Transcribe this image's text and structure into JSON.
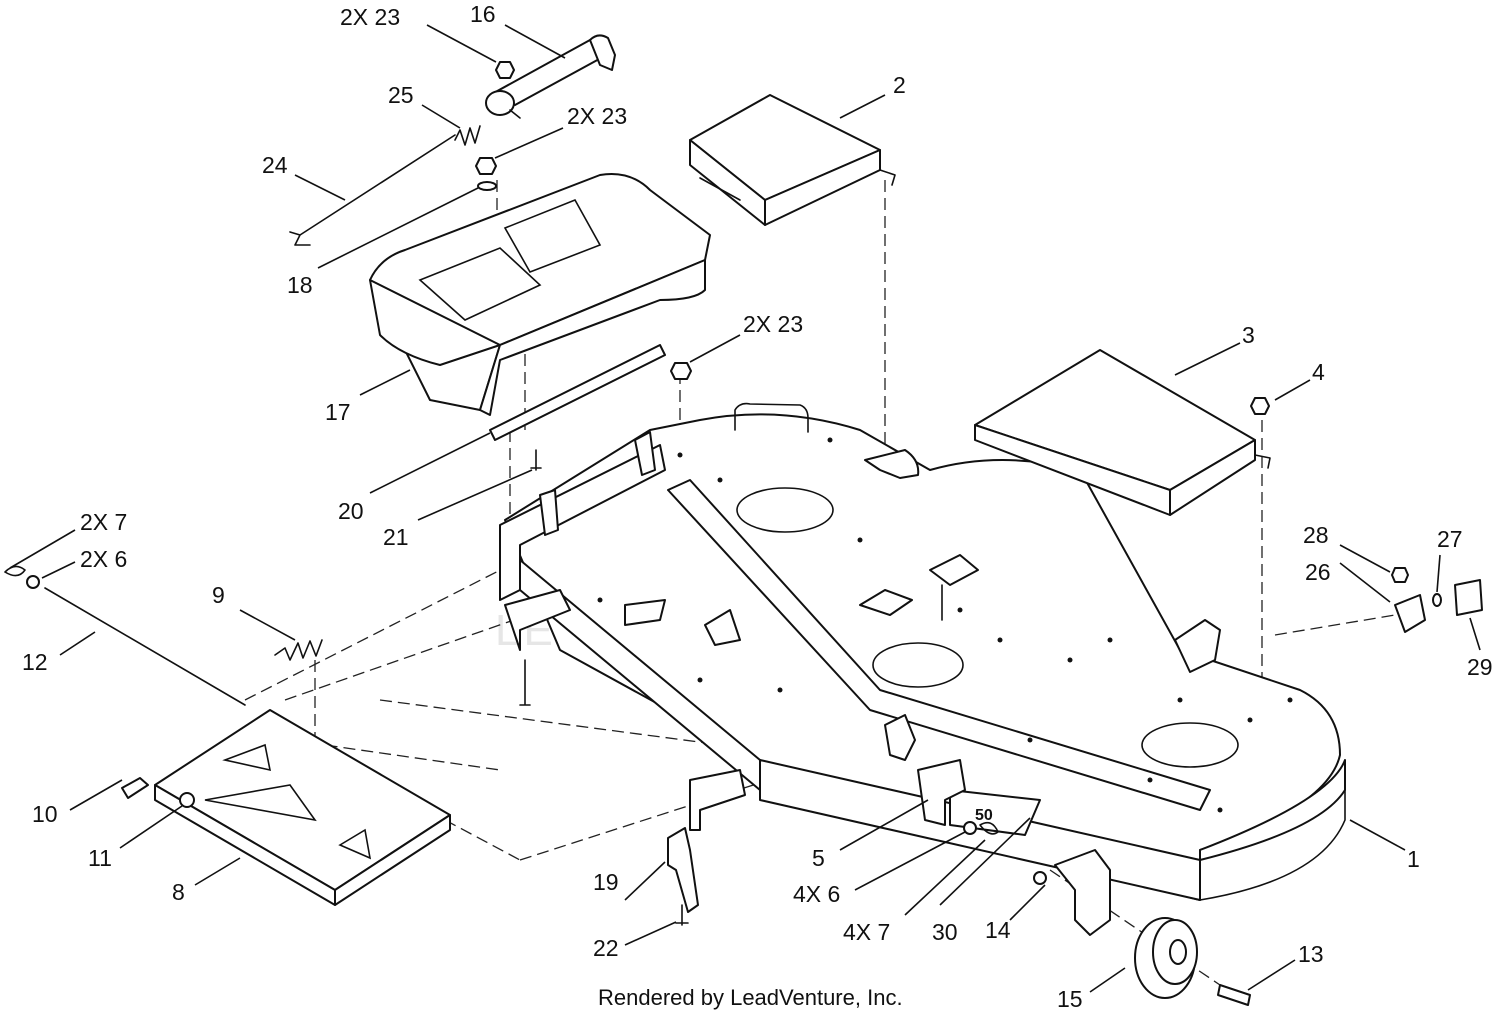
{
  "watermark": "LEADVENTURE",
  "footer": "Rendered by LeadVenture, Inc.",
  "callouts": {
    "c1": "1",
    "c2": "2",
    "c3": "3",
    "c4": "4",
    "c5": "5",
    "c4x6": "4X 6",
    "c4x7": "4X 7",
    "c8": "8",
    "c9": "9",
    "c10": "10",
    "c11": "11",
    "c12": "12",
    "c13": "13",
    "c14": "14",
    "c15": "15",
    "c16": "16",
    "c17": "17",
    "c18": "18",
    "c19": "19",
    "c20": "20",
    "c21": "21",
    "c22": "22",
    "c2x23_top": "2X 23",
    "c2x23_mid": "2X 23",
    "c2x23_deck": "2X 23",
    "c24": "24",
    "c25": "25",
    "c26": "26",
    "c27": "27",
    "c28": "28",
    "c29": "29",
    "c30": "30",
    "c2x7": "2X 7",
    "c2x6": "2X 6"
  }
}
